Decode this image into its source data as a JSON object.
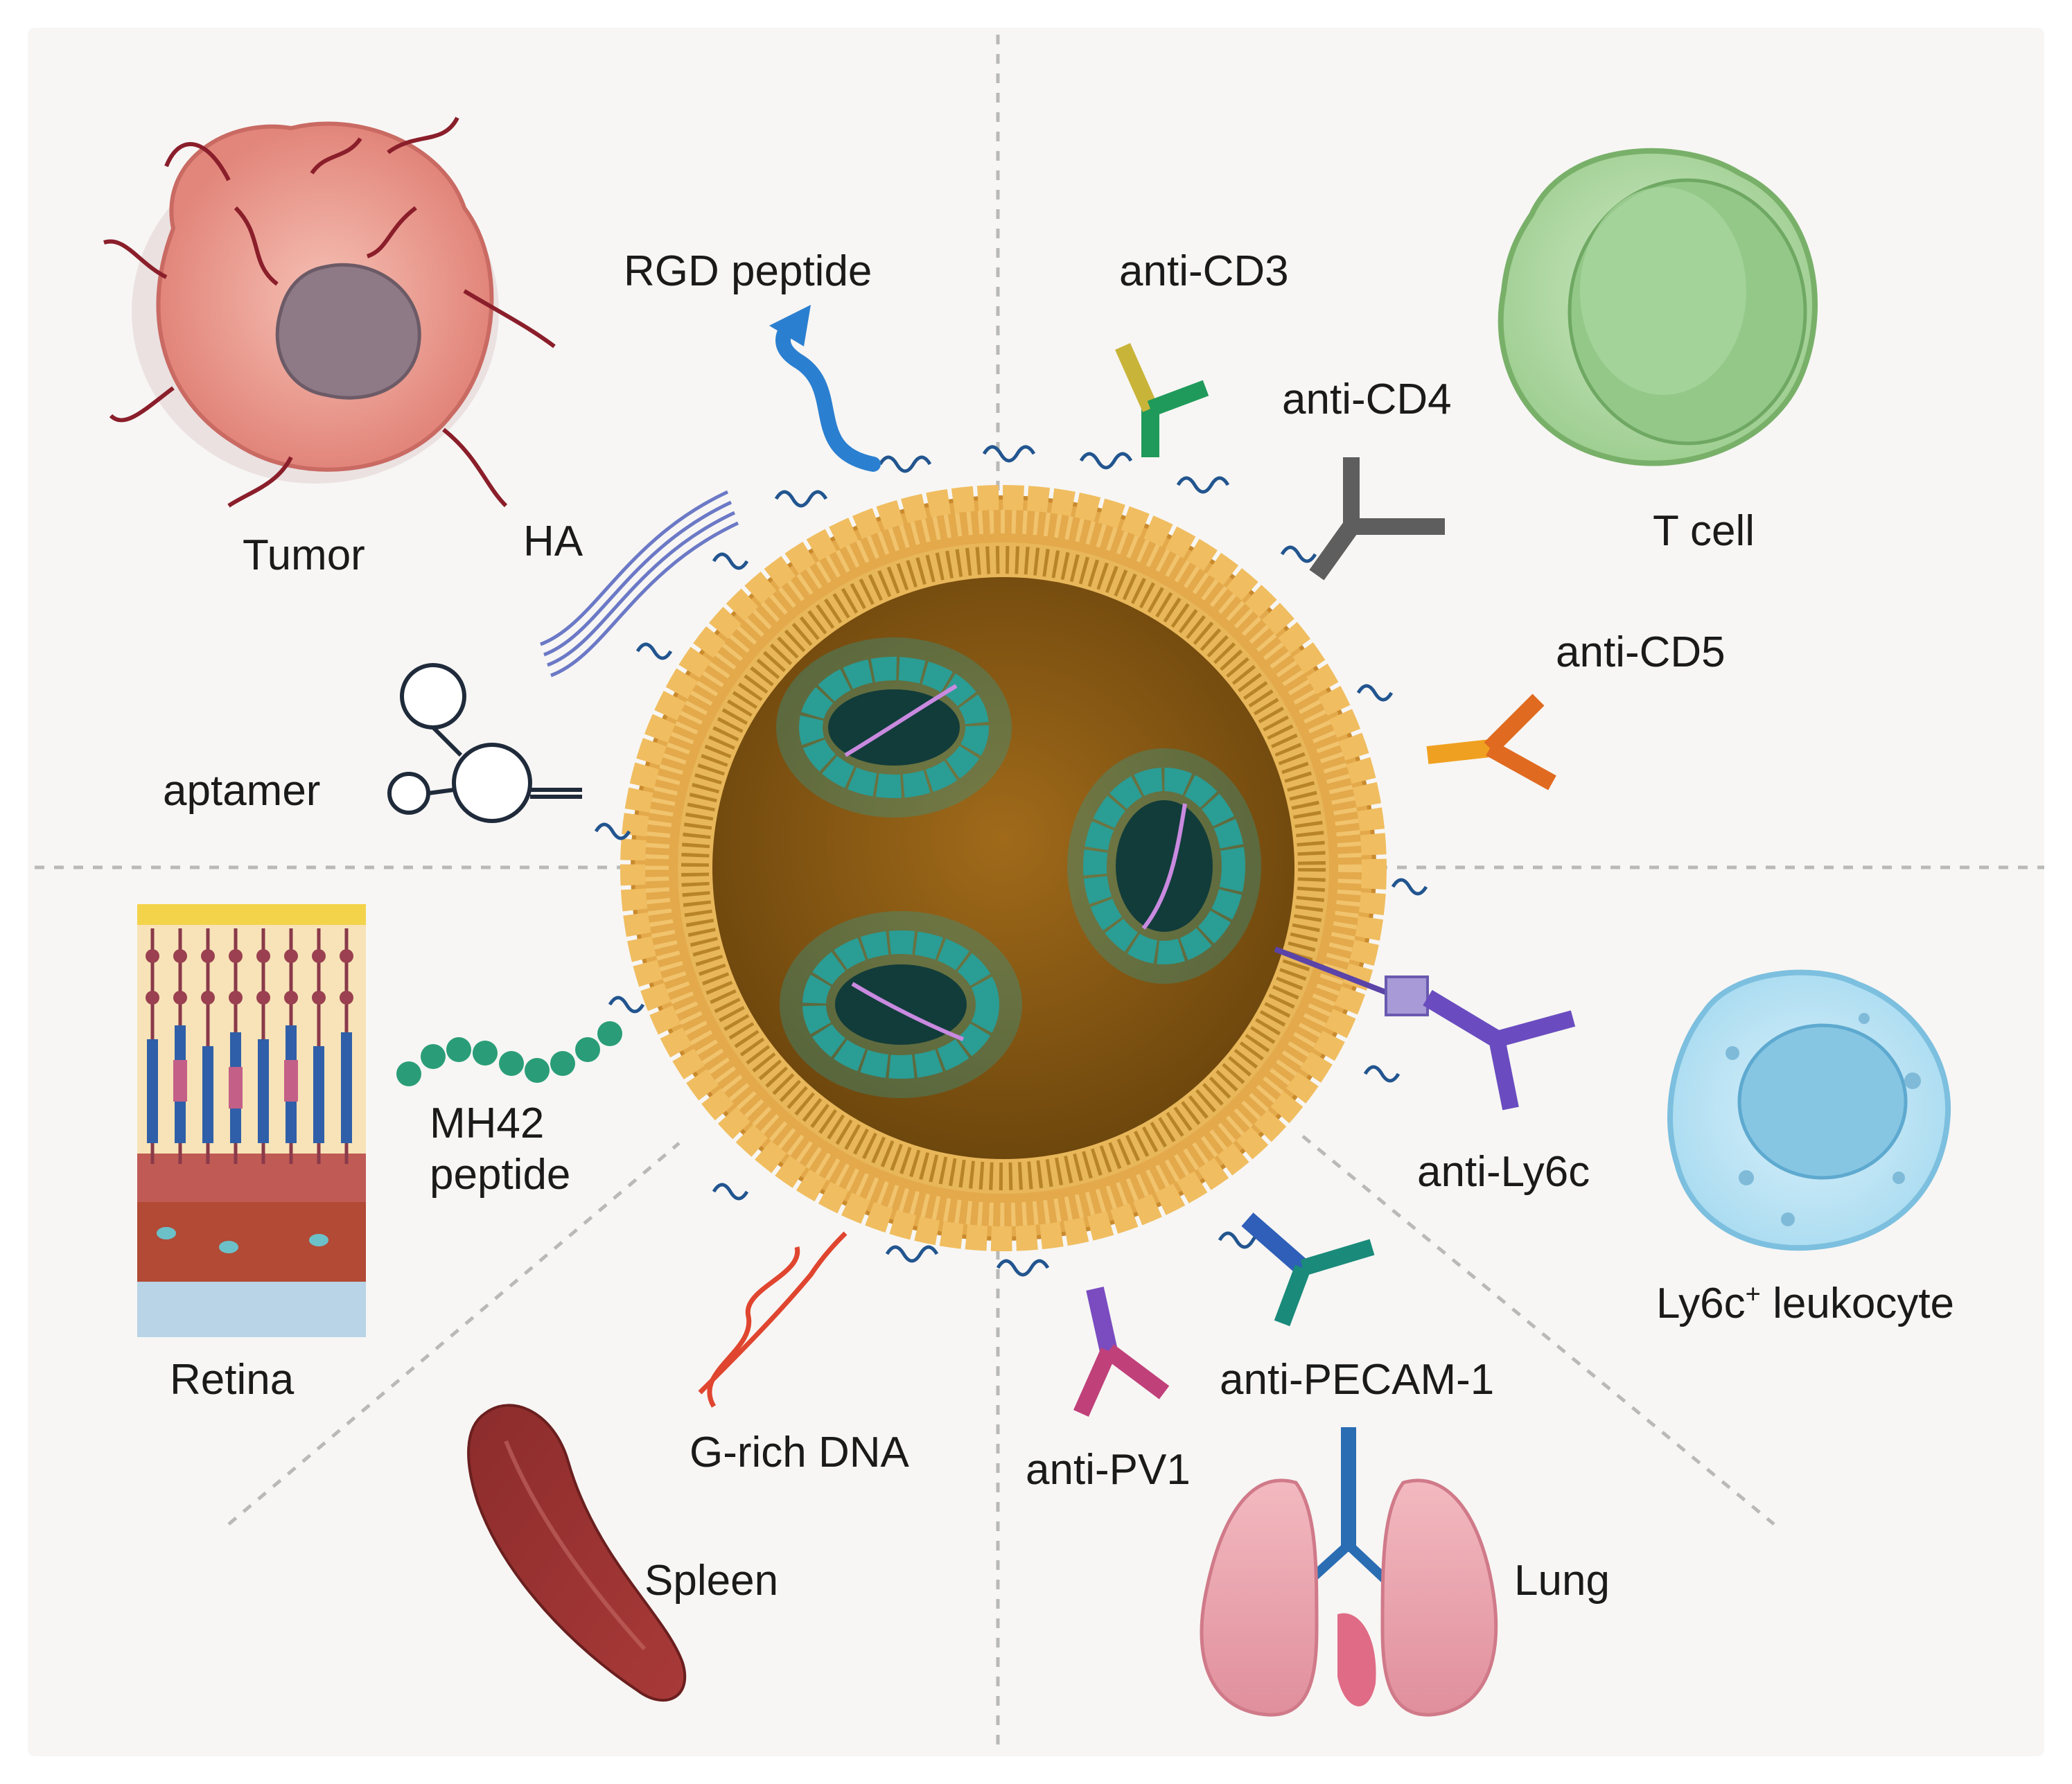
{
  "colors": {
    "panel_bg": "#f7f6f4",
    "membrane": "#e3a94a",
    "core": "#8a5a12",
    "micelle": "#2a9d95",
    "divider": "#b9b9b9"
  },
  "labels": {
    "tumor": "Tumor",
    "ha": "HA",
    "rgd": "RGD peptide",
    "anti_cd3": "anti-CD3",
    "anti_cd4": "anti-CD4",
    "t_cell": "T cell",
    "anti_cd5": "anti-CD5",
    "aptamer": "aptamer",
    "mh42_line1": "MH42",
    "mh42_line2": "peptide",
    "retina": "Retina",
    "anti_ly6c": "anti-Ly6c",
    "ly6c_leuk_pre": "Ly6c",
    "ly6c_leuk_sup": "+",
    "ly6c_leuk_post": " leukocyte",
    "anti_pecam": "anti-PECAM-1",
    "g_rich": "G-rich DNA",
    "anti_pv1": "anti-PV1",
    "spleen": "Spleen",
    "lung": "Lung"
  }
}
